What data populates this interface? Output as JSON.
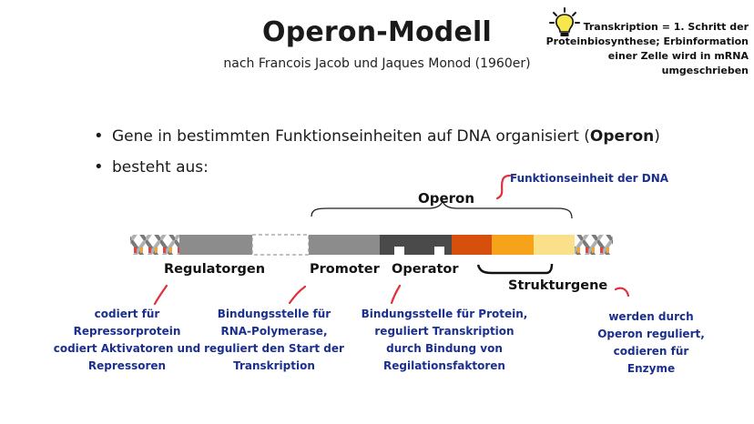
{
  "title": "Operon-Modell",
  "subtitle": "nach Francois Jacob und Jaques Monod (1960er)",
  "tip": {
    "icon": "lightbulb-icon",
    "text": "Transkription = 1. Schritt der Proteinbiosynthese; Erbinformation einer Zelle wird in mRNA umgeschrieben"
  },
  "bullets": {
    "item1_text": "Gene in bestimmten Funktionseinheiten auf DNA organisiert (",
    "item1_bold": "Operon",
    "item1_end": ")",
    "item2": "besteht aus:"
  },
  "diagram": {
    "operon_label": "Operon",
    "operon_note": "Funktionseinheit der DNA",
    "labels": {
      "regulator": "Regulatorgen",
      "promoter": "Promoter",
      "operator": "Operator",
      "strukturgene": "Strukturgene"
    },
    "notes": {
      "regulator_line1": "codiert für",
      "regulator_line2": "Repressorprotein",
      "regulator_line3": "codiert Aktivatoren und",
      "regulator_line4": "Repressoren",
      "promoter_line1": "Bindungsstelle für",
      "promoter_line2": "RNA-Polymerase,",
      "promoter_line3": "reguliert den Start der",
      "promoter_line4": "Transkription",
      "operator_line1": "Bindungsstelle für Protein,",
      "operator_line2": "reguliert Transkription",
      "operator_line3": "durch Bindung von",
      "operator_line4": "Regilationsfaktoren",
      "struktur_line1": "werden durch",
      "struktur_line2": "Operon reguliert,",
      "struktur_line3": "codieren für",
      "struktur_line4": "Enzyme"
    },
    "colors": {
      "note_blue": "#1b2f8f",
      "arrow_red": "#e0303a",
      "grey": "#8c8c8c",
      "dark_grey": "#4a4a4a",
      "orange_dark": "#d64f0c",
      "orange": "#f7a21b",
      "yellow": "#fbe08a"
    }
  }
}
